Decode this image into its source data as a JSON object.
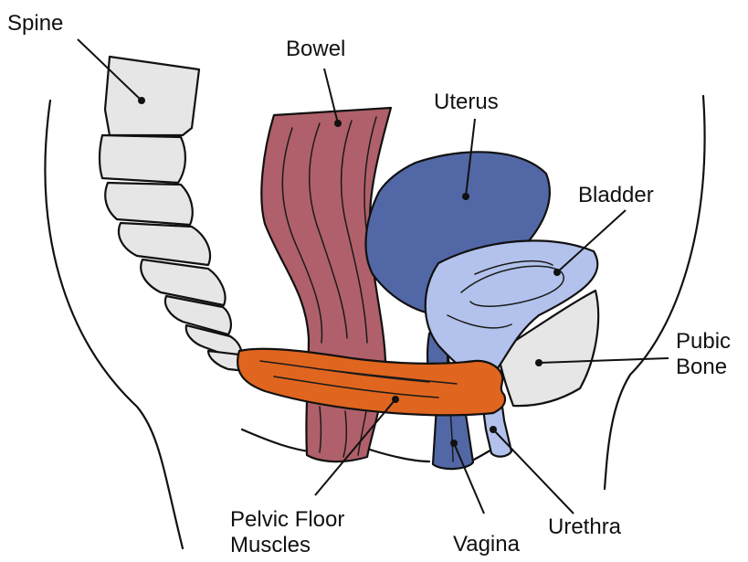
{
  "colors": {
    "bone": "#e6e6e6",
    "bowel": "#b0606a",
    "uterus": "#5268a6",
    "bladder": "#b3c2ec",
    "pelvic_floor": "#e0651f",
    "outline": "#111111",
    "background": "#ffffff"
  },
  "labels": {
    "spine": "Spine",
    "bowel": "Bowel",
    "uterus": "Uterus",
    "bladder": "Bladder",
    "pubic_bone": [
      "Pubic",
      "Bone"
    ],
    "pelvic_floor_muscles": [
      "Pelvic Floor",
      "Muscles"
    ],
    "vagina": "Vagina",
    "urethra": "Urethra"
  }
}
